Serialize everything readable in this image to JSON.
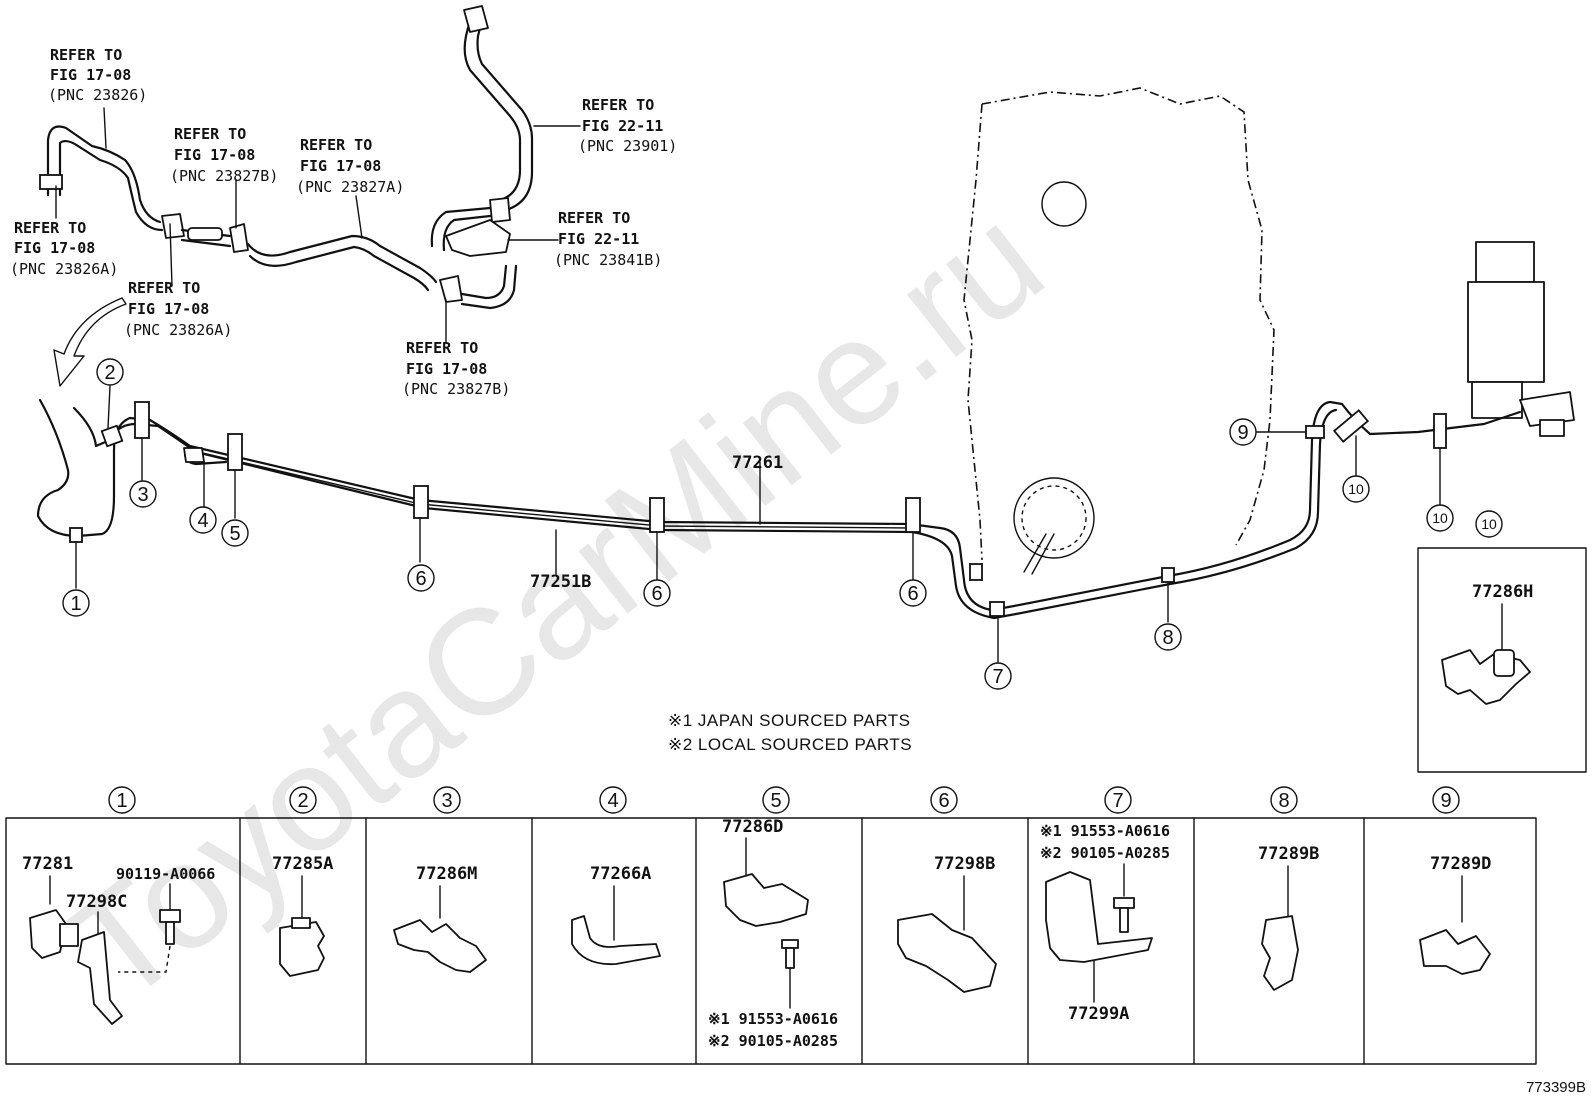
{
  "watermark": "ToyotaCarMine.ru",
  "diagram_code": "773399B",
  "notes": [
    "※1 JAPAN SOURCED PARTS",
    "※2 LOCAL SOURCED PARTS"
  ],
  "refs": {
    "r1": [
      "REFER TO",
      "FIG 17-08",
      "(PNC 23826)"
    ],
    "r2": [
      "REFER TO",
      "FIG 17-08",
      "(PNC 23826A)"
    ],
    "r3": [
      "REFER TO",
      "FIG 17-08",
      "(PNC 23827B)"
    ],
    "r4": [
      "REFER TO",
      "FIG 17-08",
      "(PNC 23827A)"
    ],
    "r5": [
      "REFER TO",
      "FIG 22-11",
      "(PNC 23901)"
    ],
    "r6": [
      "REFER TO",
      "FIG 22-11",
      "(PNC 23841B)"
    ],
    "r7": [
      "REFER TO",
      "FIG 17-08",
      "(PNC 23826A)"
    ],
    "r8": [
      "REFER TO",
      "FIG 17-08",
      "(PNC 23827B)"
    ]
  },
  "main_parts": {
    "p77261": "77261",
    "p77251b": "77251B",
    "p77286h": "77286H"
  },
  "callouts": {
    "c1": "1",
    "c2": "2",
    "c3": "3",
    "c4": "4",
    "c5": "5",
    "c6a": "6",
    "c6b": "6",
    "c6c": "6",
    "c7": "7",
    "c8": "8",
    "c9": "9",
    "c10a": "10",
    "c10b": "10",
    "c10c": "10"
  },
  "table": {
    "headers": [
      "1",
      "2",
      "3",
      "4",
      "5",
      "6",
      "7",
      "8",
      "9"
    ],
    "cell1": {
      "a": "77281",
      "b": "77298C",
      "c": "90119-A0066"
    },
    "cell2": {
      "a": "77285A"
    },
    "cell3": {
      "a": "77286M"
    },
    "cell4": {
      "a": "77266A"
    },
    "cell5": {
      "a": "77286D",
      "n1": "※1 91553-A0616",
      "n2": "※2 90105-A0285"
    },
    "cell6": {
      "a": "77298B"
    },
    "cell7": {
      "n1": "※1 91553-A0616",
      "n2": "※2 90105-A0285",
      "a": "77299A"
    },
    "cell8": {
      "a": "77289B"
    },
    "cell9": {
      "a": "77289D"
    }
  }
}
